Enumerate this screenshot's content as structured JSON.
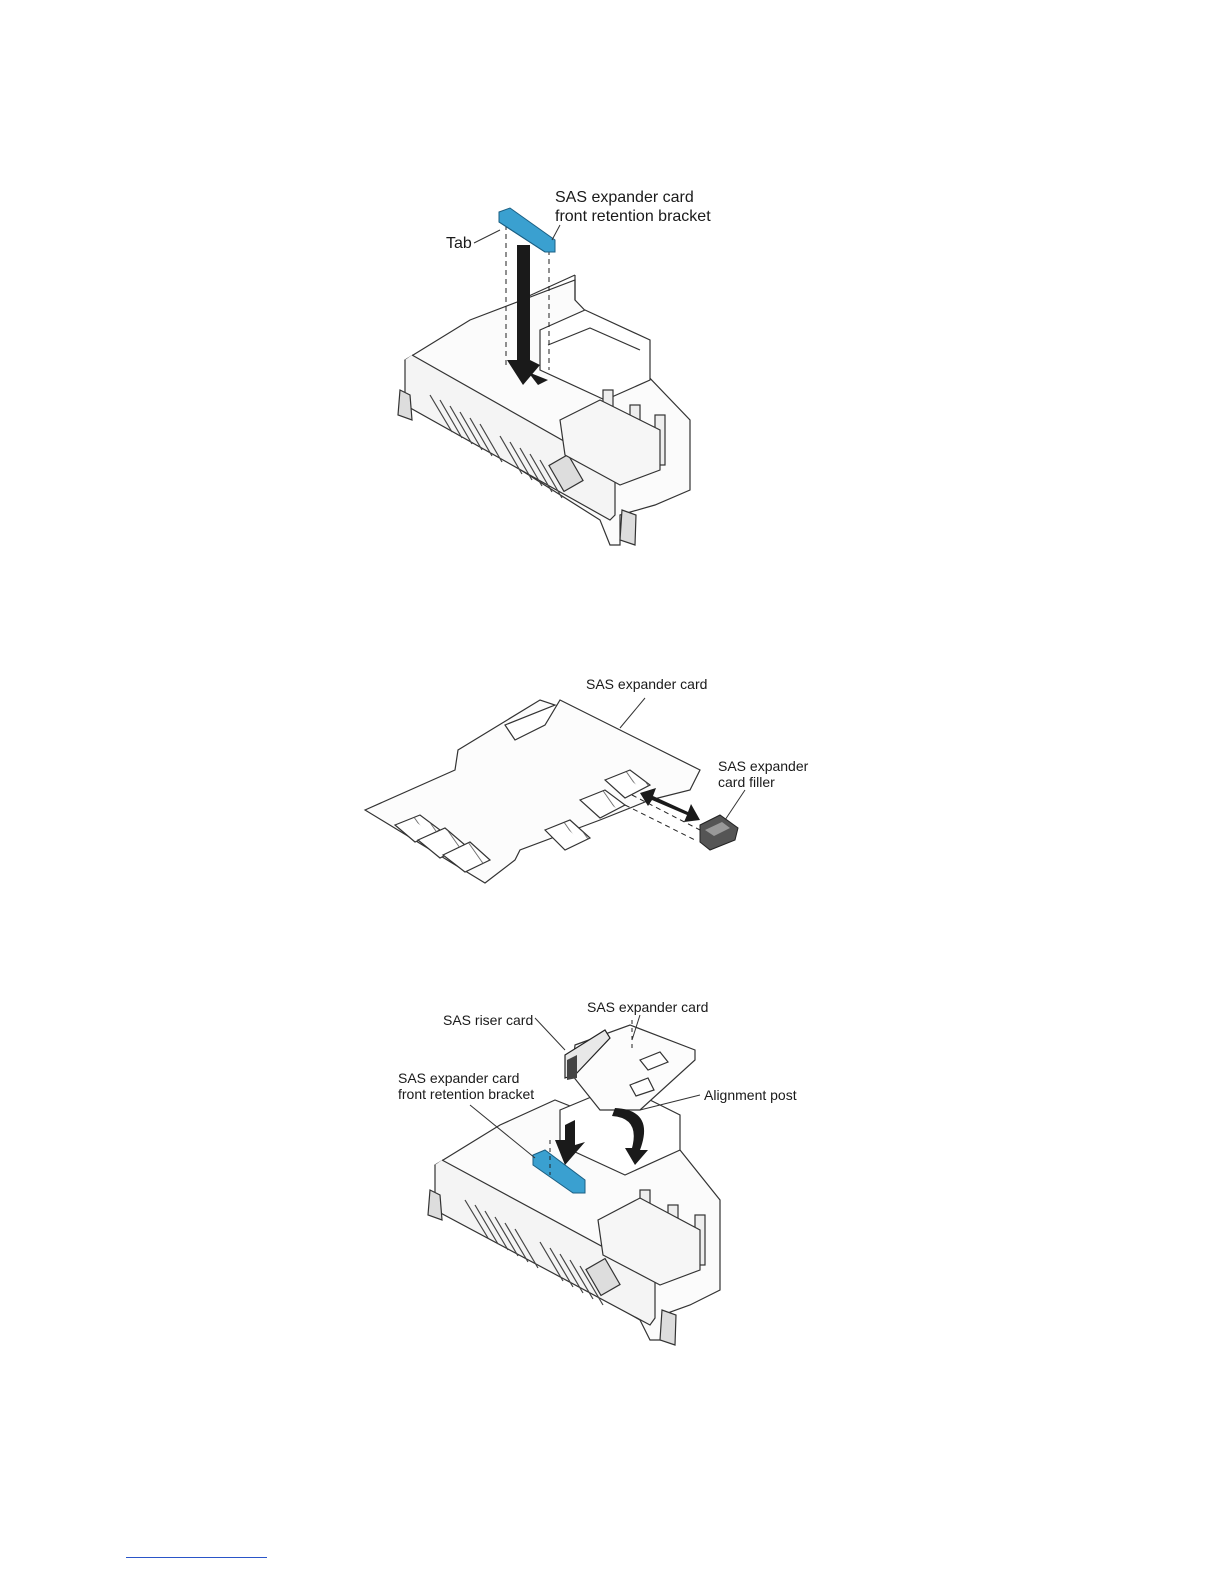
{
  "figure1": {
    "label_tab": "Tab",
    "label_bracket_1": "SAS expander card",
    "label_bracket_2": "front retention bracket"
  },
  "figure2": {
    "label_card": "SAS expander card",
    "label_filler_1": "SAS expander",
    "label_filler_2": "card filler"
  },
  "figure3": {
    "label_riser": "SAS riser card",
    "label_expander": "SAS expander card",
    "label_bracket_1": "SAS expander card",
    "label_bracket_2": "front retention bracket",
    "label_post": "Alignment post"
  },
  "colors": {
    "bracket": "#3aa0d0",
    "line": "#333333",
    "link_rule": "#2a55c8"
  }
}
